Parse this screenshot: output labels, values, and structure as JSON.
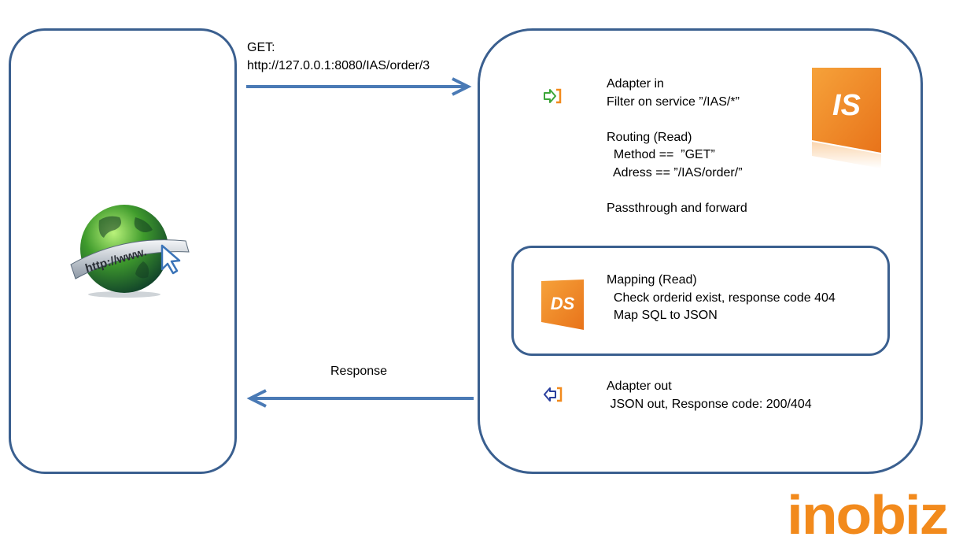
{
  "request": {
    "method": "GET:",
    "url": "http://127.0.0.1:8080/IAS/order/3"
  },
  "response": {
    "label": "Response"
  },
  "client": {
    "globe_label": "http://www."
  },
  "adapter_in": {
    "lines": [
      "Adapter in",
      "Filter on service ”/IAS/*”",
      "",
      "Routing (Read)",
      "  Method ==  ”GET”",
      "  Adress == ”/IAS/order/”",
      "",
      "Passthrough and forward"
    ]
  },
  "mapping": {
    "lines": [
      "Mapping (Read)",
      "  Check orderid exist, response code 404",
      "  Map SQL to JSON"
    ]
  },
  "adapter_out": {
    "lines": [
      "Adapter out",
      " JSON out, Response code: 200/404"
    ]
  },
  "badges": {
    "integration_server": "IS",
    "data_services": "DS"
  },
  "brand": {
    "logo_text": "inobiz",
    "orange": "#f28a1c",
    "arrow_blue": "#4a7ab5",
    "border_blue": "#3a5f8f"
  }
}
